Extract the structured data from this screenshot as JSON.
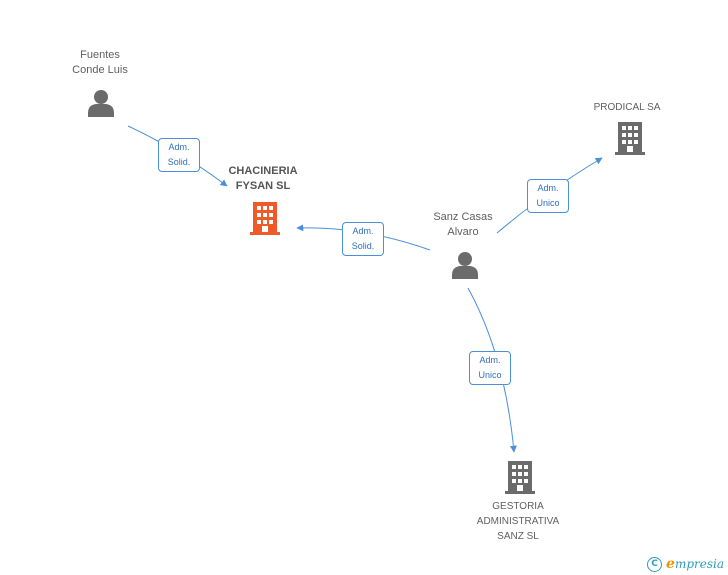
{
  "nodes": {
    "fuentes": {
      "lines": [
        "Fuentes",
        "Conde Luis"
      ],
      "type": "person"
    },
    "chacineria": {
      "lines": [
        "CHACINERIA",
        "FYSAN SL"
      ],
      "type": "company",
      "highlight": true
    },
    "sanz": {
      "lines": [
        "Sanz Casas",
        "Alvaro"
      ],
      "type": "person"
    },
    "prodical": {
      "lines": [
        "PRODICAL SA"
      ],
      "type": "company"
    },
    "gestoria": {
      "lines": [
        "GESTORIA",
        "ADMINISTRATIVA",
        "SANZ SL"
      ],
      "type": "company"
    }
  },
  "edges": {
    "fuentes_chacineria": {
      "from": "fuentes",
      "to": "chacineria",
      "lines": [
        "Adm.",
        "Solid."
      ]
    },
    "sanz_chacineria": {
      "from": "sanz",
      "to": "chacineria",
      "lines": [
        "Adm.",
        "Solid."
      ]
    },
    "sanz_prodical": {
      "from": "sanz",
      "to": "prodical",
      "lines": [
        "Adm.",
        "Unico"
      ]
    },
    "sanz_gestoria": {
      "from": "sanz",
      "to": "gestoria",
      "lines": [
        "Adm.",
        "Unico"
      ]
    }
  },
  "footer": {
    "copyright_symbol": "C",
    "brand_initial": "e",
    "brand_rest": "mpresia"
  },
  "colors": {
    "edge": "#4a8fd9",
    "person_icon": "#6b6b6b",
    "company_icon": "#6b6b6b",
    "highlight_icon": "#f05a28",
    "brand": "#2e9db5",
    "brand_accent": "#f29400"
  },
  "icons": {
    "person": "person-icon",
    "company": "building-icon"
  }
}
